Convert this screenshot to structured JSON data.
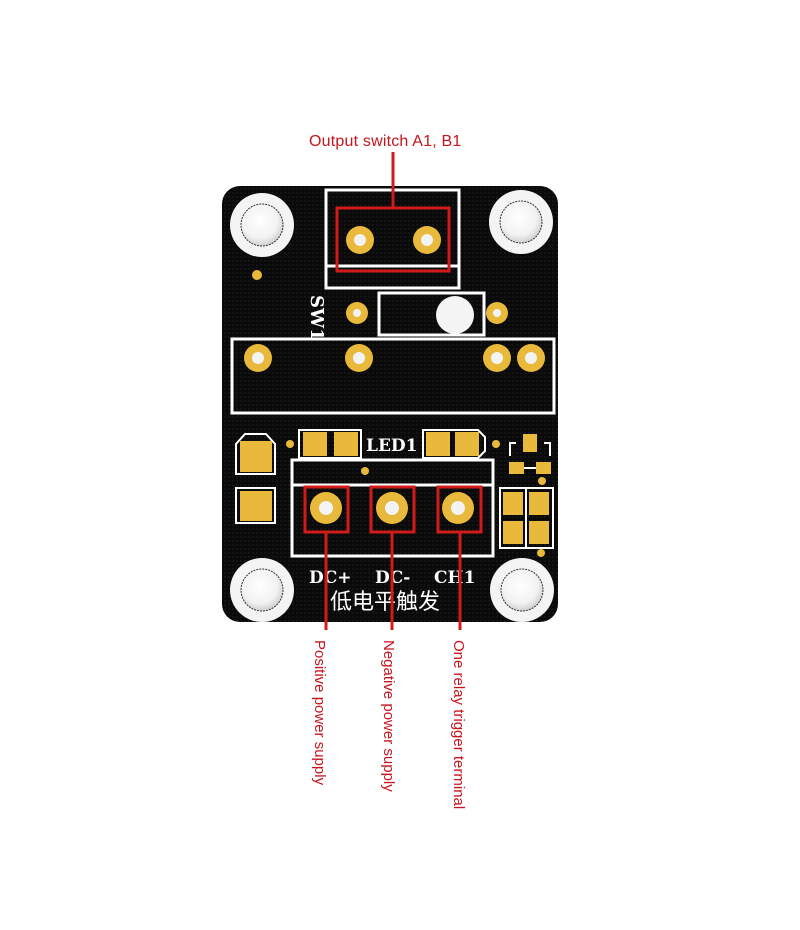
{
  "diagram": {
    "title": "Output switch A1, B1",
    "board": {
      "silkscreen": {
        "switch_ref": "SW1",
        "led_ref": "LED1",
        "pin_labels": [
          "DC+",
          "DC-",
          "CH1"
        ],
        "trigger_mode": "低电平触发"
      }
    },
    "callouts": [
      {
        "pin": "DC+",
        "label": "Positive power supply"
      },
      {
        "pin": "DC-",
        "label": "Negative power supply"
      },
      {
        "pin": "CH1",
        "label": "One relay trigger terminal"
      }
    ],
    "colors": {
      "annotation": "#c8141c",
      "pcb": "#0a0a0a",
      "pad": "#e8b93a",
      "silkscreen": "#ffffff"
    }
  }
}
